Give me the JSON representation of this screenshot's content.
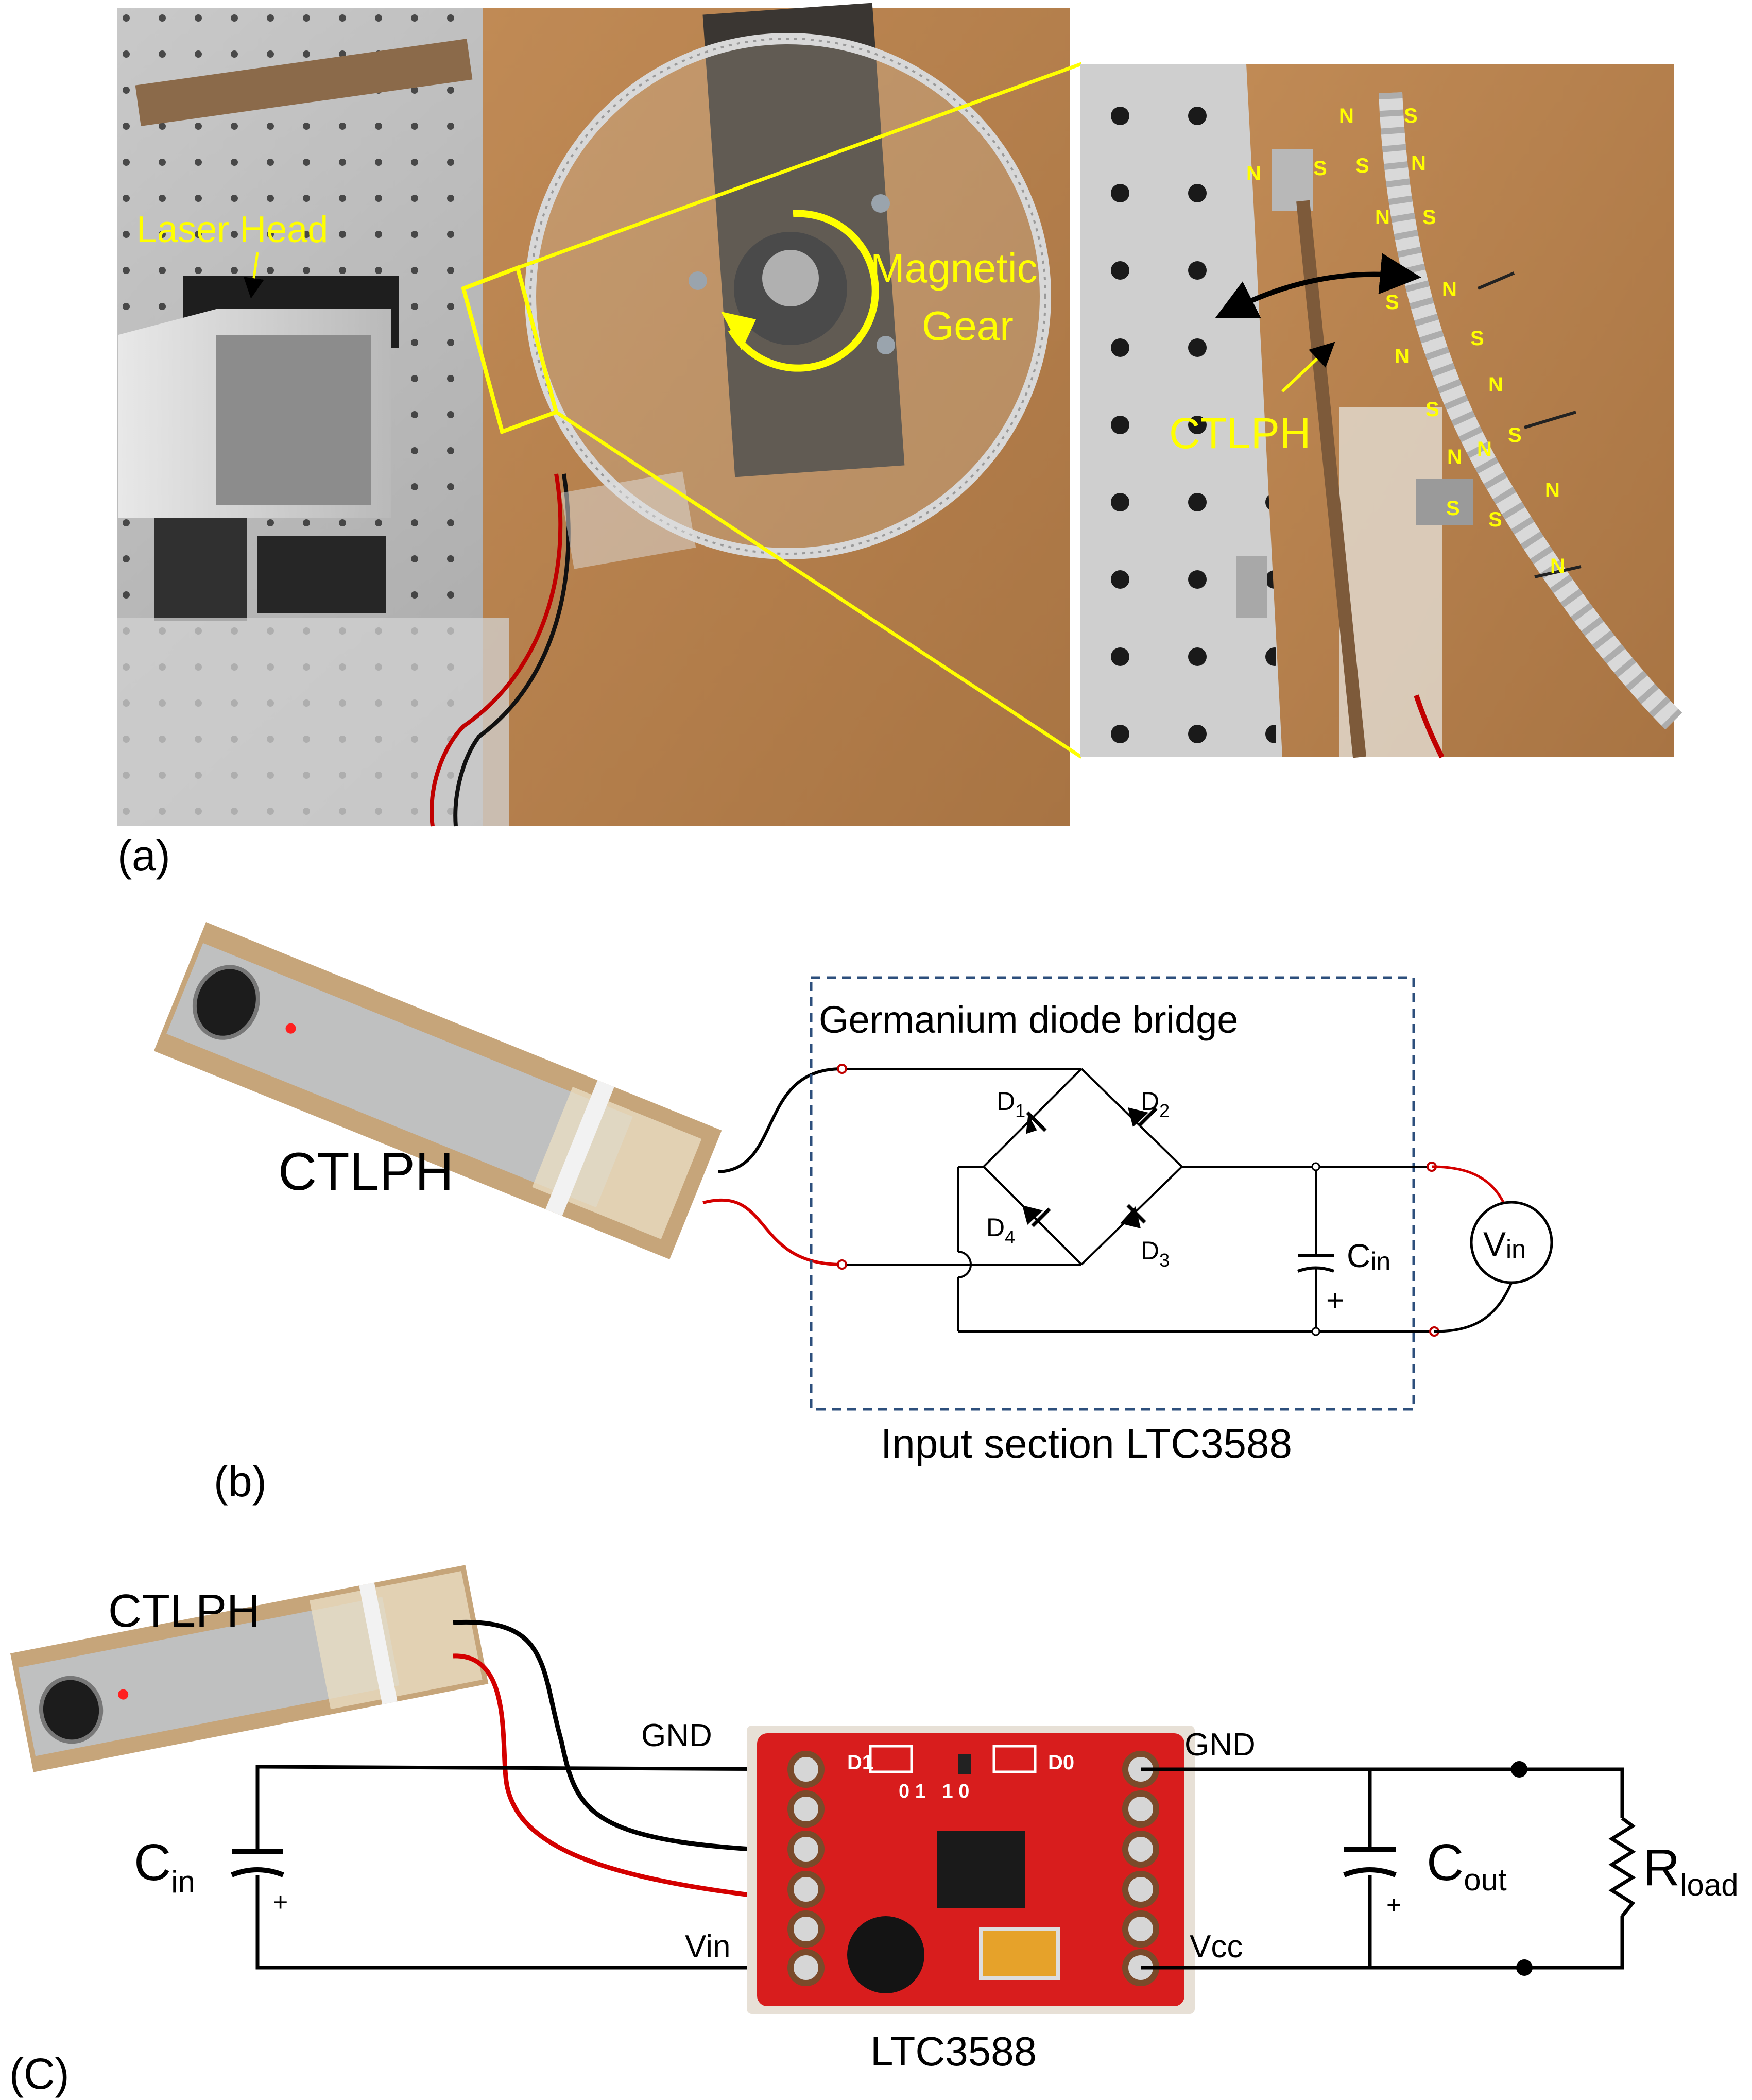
{
  "panel_a": {
    "label": "(a)",
    "laser_head": "Laser Head",
    "magnetic_gear_line1": "Magnetic",
    "magnetic_gear_line2": "Gear",
    "ctlph": "CTLPH",
    "poles": [
      "N",
      "S",
      "N",
      "S",
      "S",
      "N",
      "N",
      "S",
      "S",
      "N",
      "N",
      "S",
      "S",
      "N",
      "N",
      "S",
      "N",
      "S",
      "N",
      "S",
      "N"
    ]
  },
  "panel_b": {
    "label": "(b)",
    "ctlph": "CTLPH",
    "bridge_title": "Germanium diode bridge",
    "section_caption": "Input section LTC3588",
    "d1": "D",
    "d1_sub": "1",
    "d2": "D",
    "d2_sub": "2",
    "d3": "D",
    "d3_sub": "3",
    "d4": "D",
    "d4_sub": "4",
    "cin": "C",
    "cin_sub": "in",
    "plus": "+",
    "vin": "V",
    "vin_sub": "in"
  },
  "panel_c": {
    "label": "(C)",
    "ctlph": "CTLPH",
    "gnd_left": "GND",
    "gnd_right": "GND",
    "vin": "Vin",
    "vcc": "Vcc",
    "cin": "C",
    "cin_sub": "in",
    "cout": "C",
    "cout_sub": "out",
    "rload": "R",
    "rload_sub": "load",
    "plus_left": "+",
    "plus_right": "+",
    "chip": "LTC3588",
    "board_d1": "D1",
    "board_d0": "D0",
    "board_bits": "0 1   1 0"
  },
  "colors": {
    "label_yellow": "#ffff00",
    "wire_red": "#d40000",
    "wire_black": "#000000",
    "dashed_box": "#2d4f7c",
    "board_red": "#d81d1d"
  }
}
